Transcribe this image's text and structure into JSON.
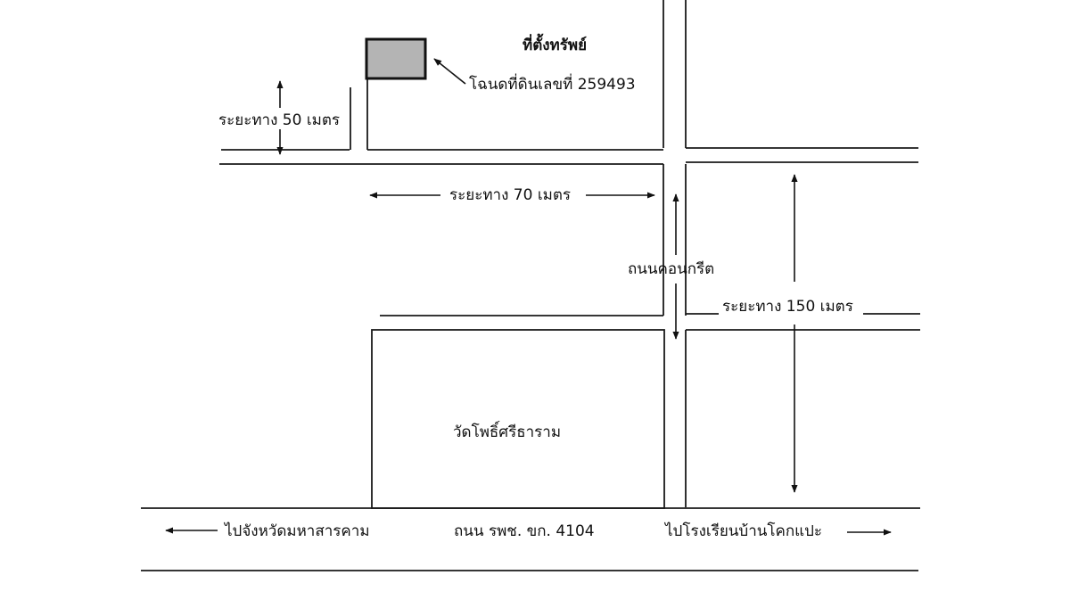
{
  "property": {
    "title": "ที่ตั้งทรัพย์",
    "deed_label": "โฉนดที่ดินเลขที่ 259493",
    "marker_fill": "#b4b4b4"
  },
  "distances": {
    "north_50": "ระยะทาง 50 เมตร",
    "east_70": "ระยะทาง 70 เมตร",
    "south_150": "ระยะทาง 150 เมตร"
  },
  "roads": {
    "concrete": "ถนนคอนกรีต",
    "main_highway": "ถนน รพช. ขก. 4104"
  },
  "places": {
    "temple": "วัดโพธิ์ศรีธาราม"
  },
  "directions": {
    "to_maha_sarakham": "ไปจังหวัดมหาสารคาม",
    "to_school": "ไปโรงเรียนบ้านโคกแปะ"
  },
  "colors": {
    "line": "#1a1a1a",
    "background": "#ffffff"
  }
}
